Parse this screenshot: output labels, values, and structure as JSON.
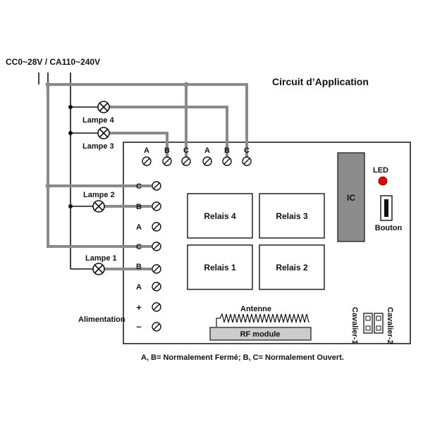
{
  "supply_label": "CC0~28V / CA110~240V",
  "title": "Circuit d’Application",
  "top_terminals": [
    "A",
    "B",
    "C",
    "A",
    "B",
    "C"
  ],
  "left_terminals": [
    "C",
    "B",
    "A",
    "C",
    "B",
    "A",
    "+",
    "–"
  ],
  "lamps": [
    "Lampe 4",
    "Lampe 3",
    "Lampe 2",
    "Lampe 1"
  ],
  "relays": [
    "Relais 4",
    "Relais 3",
    "Relais 1",
    "Relais 2"
  ],
  "ic_label": "IC",
  "led_label": "LED",
  "button_label": "Bouton",
  "antenna_label": "Antenne",
  "rf_label": "RF module",
  "power_label": "Alimentation",
  "jumper1_label": "Cavalier-1",
  "jumper2_label": "Cavalier-2",
  "footnote": "A, B= Normalement Fermé; B, C= Normalement Ouvert.",
  "colors": {
    "wire": "#8a8a8a",
    "led": "#e00000",
    "ic": "#8c8c8c",
    "rf": "#cccccc"
  }
}
